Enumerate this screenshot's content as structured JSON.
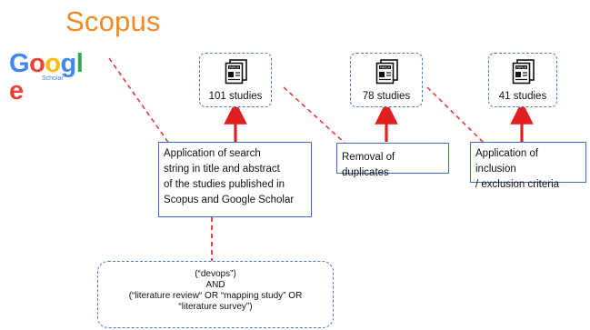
{
  "header": {
    "brand_title": "Scopus"
  },
  "google_logo": {
    "letters": [
      "G",
      "o",
      "o",
      "g",
      "l",
      "e"
    ],
    "letter_colors": [
      "#4285f4",
      "#ea4335",
      "#fbbc05",
      "#4285f4",
      "#34a853",
      "#ea4335"
    ],
    "subtitle": "Scholar"
  },
  "piles": [
    {
      "icon_label": "PAPER",
      "count_label": "101 studies"
    },
    {
      "icon_label": "PAPER",
      "count_label": "78 studies"
    },
    {
      "icon_label": "PAPER",
      "count_label": "41 studies"
    }
  ],
  "steps": [
    {
      "lines": [
        "Application of search",
        "string in title and abstract",
        "of the studies published in",
        "Scopus and Google Scholar"
      ]
    },
    {
      "lines": [
        "Removal of duplicates"
      ]
    },
    {
      "lines": [
        "Application of inclusion",
        "/ exclusion criteria"
      ]
    }
  ],
  "query": {
    "lines": [
      "(“devops”)",
      "AND",
      "(“literature review“ OR “mapping study” OR",
      "“literature survey”)"
    ]
  },
  "colors": {
    "brand_orange": "#f08a24",
    "box_blue": "#3f6fbd",
    "arrow_red": "#e02020",
    "dashed_red": "#e03030"
  }
}
